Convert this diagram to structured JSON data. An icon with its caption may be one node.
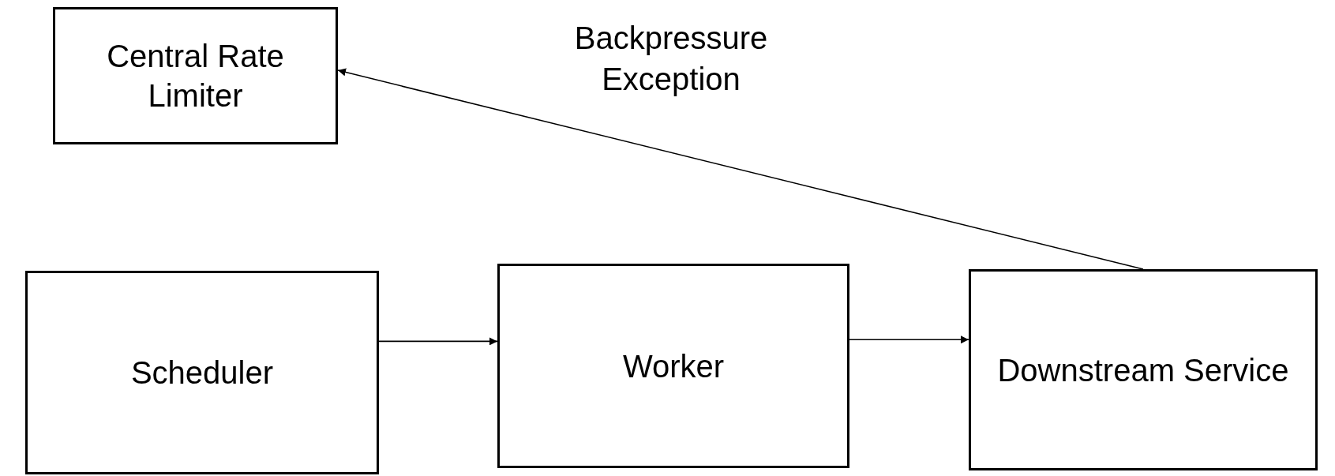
{
  "diagram": {
    "nodes": [
      {
        "text": [
          "Central Rate Limiter"
        ]
      },
      {
        "text": [
          "Scheduler"
        ]
      },
      {
        "text": [
          "Worker"
        ]
      },
      {
        "text": [
          "Downstream Service"
        ]
      }
    ],
    "edges": [
      {
        "from": 1,
        "to": 2,
        "arrow": "to"
      },
      {
        "from": 2,
        "to": 3,
        "arrow": "to"
      },
      {
        "from": 3,
        "to": 0,
        "arrow": "to",
        "label": "Backpressure Exception"
      }
    ]
  }
}
